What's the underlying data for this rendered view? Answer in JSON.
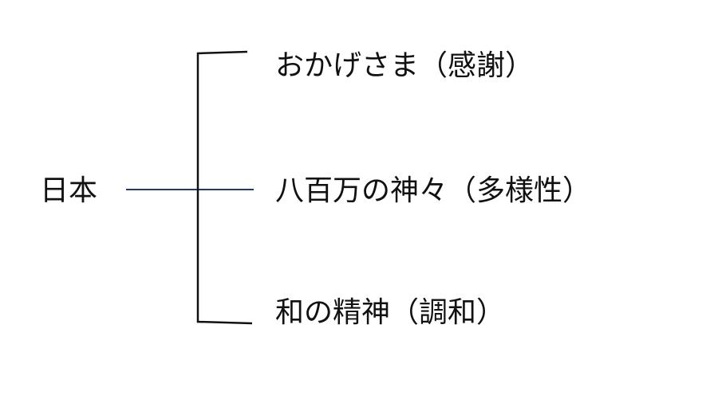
{
  "root": "日本",
  "branches": [
    "おかげさま（感謝）",
    "八百万の神々（多様性）",
    "和の精神（調和）"
  ],
  "colors": {
    "bracket": "#111111",
    "connector": "#1f3a6e"
  }
}
